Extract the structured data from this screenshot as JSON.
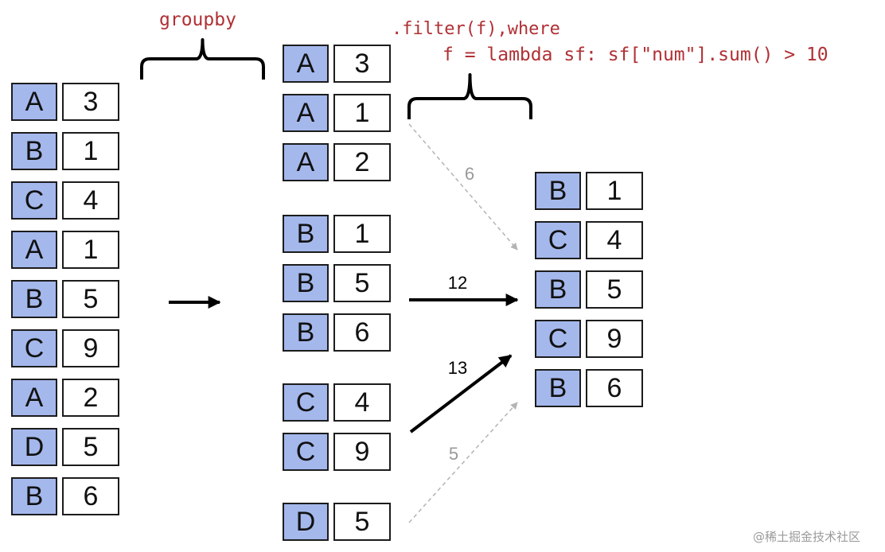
{
  "colors": {
    "key_fill": "#a4b8ec",
    "code_text": "#b03034",
    "arrow_pass": "#000000",
    "arrow_fail": "#b4b4b4",
    "label_pass": "#000000",
    "label_fail": "#9a9a9a"
  },
  "labels": {
    "groupby": "groupby",
    "filter_line1": ".filter(f),where",
    "filter_line2": "f = lambda sf: sf[\"num\"].sum() > 10"
  },
  "input_rows": [
    {
      "key": "A",
      "value": "3"
    },
    {
      "key": "B",
      "value": "1"
    },
    {
      "key": "C",
      "value": "4"
    },
    {
      "key": "A",
      "value": "1"
    },
    {
      "key": "B",
      "value": "5"
    },
    {
      "key": "C",
      "value": "9"
    },
    {
      "key": "A",
      "value": "2"
    },
    {
      "key": "D",
      "value": "5"
    },
    {
      "key": "B",
      "value": "6"
    }
  ],
  "groups": [
    {
      "key": "A",
      "sum": "6",
      "passes": false,
      "rows": [
        {
          "key": "A",
          "value": "3"
        },
        {
          "key": "A",
          "value": "1"
        },
        {
          "key": "A",
          "value": "2"
        }
      ]
    },
    {
      "key": "B",
      "sum": "12",
      "passes": true,
      "rows": [
        {
          "key": "B",
          "value": "1"
        },
        {
          "key": "B",
          "value": "5"
        },
        {
          "key": "B",
          "value": "6"
        }
      ]
    },
    {
      "key": "C",
      "sum": "13",
      "passes": true,
      "rows": [
        {
          "key": "C",
          "value": "4"
        },
        {
          "key": "C",
          "value": "9"
        }
      ]
    },
    {
      "key": "D",
      "sum": "5",
      "passes": false,
      "rows": [
        {
          "key": "D",
          "value": "5"
        }
      ]
    }
  ],
  "output_rows": [
    {
      "key": "B",
      "value": "1"
    },
    {
      "key": "C",
      "value": "4"
    },
    {
      "key": "B",
      "value": "5"
    },
    {
      "key": "C",
      "value": "9"
    },
    {
      "key": "B",
      "value": "6"
    }
  ],
  "watermark": "@稀土掘金技术社区"
}
